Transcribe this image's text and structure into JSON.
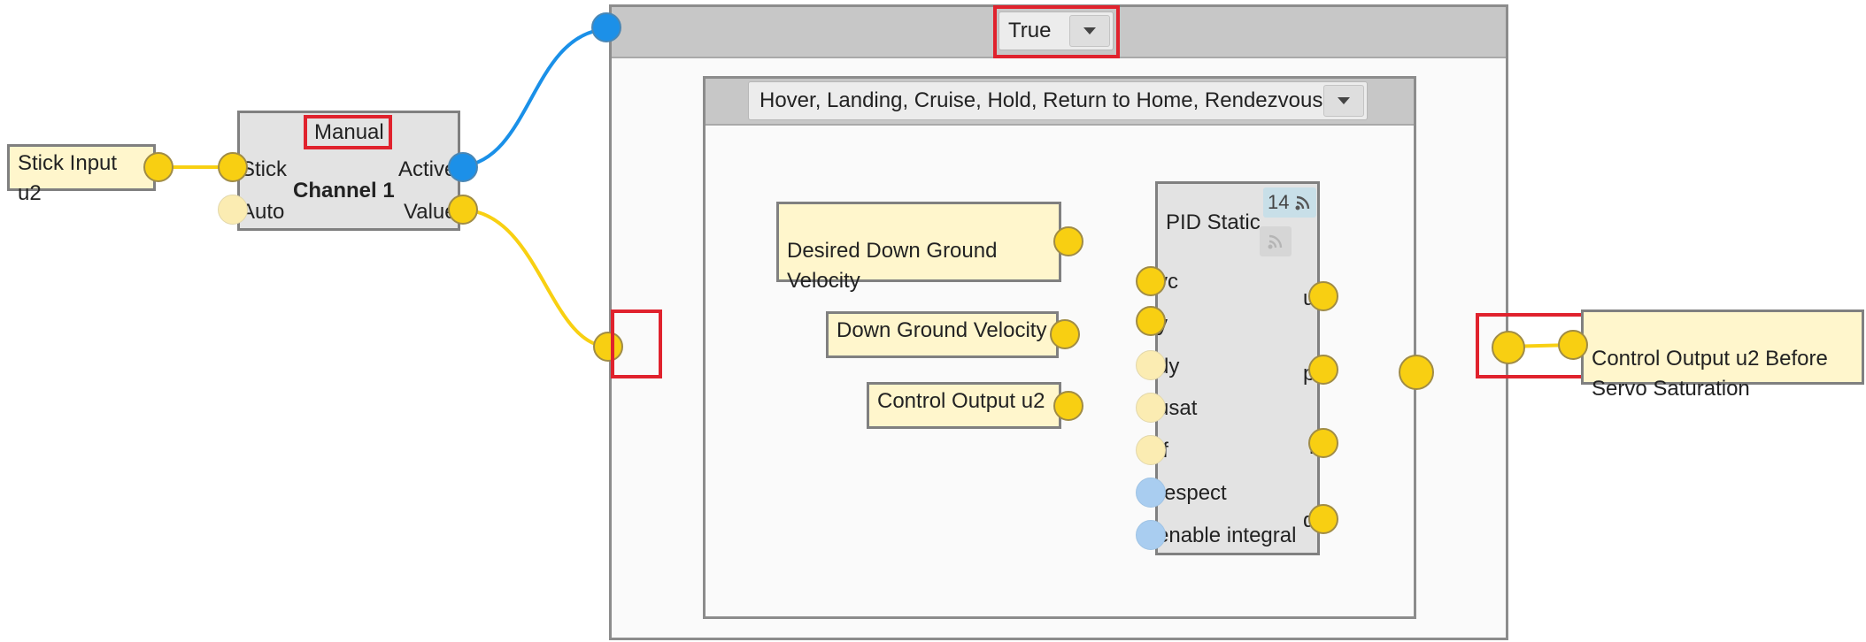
{
  "channel_block": {
    "mode_label": "Manual",
    "title": "Channel 1",
    "inputs": [
      "Stick",
      "Auto"
    ],
    "outputs": [
      "Active",
      "Value"
    ]
  },
  "stick_input": {
    "label": "Stick Input u2"
  },
  "condition_frame": {
    "selected": "True"
  },
  "mode_frame": {
    "selected": "Hover, Landing, Cruise, Hold, Return to Home, Rendezvous"
  },
  "inputs": {
    "desired_velocity": "Desired Down Ground\nVelocity",
    "ground_velocity": "Down Ground Velocity",
    "control_output": "Control Output u2"
  },
  "pid_block": {
    "title": "PID Static",
    "badge_count": "14",
    "inputs": [
      "yc",
      "y",
      "dy",
      "usat",
      "ff",
      "respect",
      "enable integral"
    ],
    "outputs": [
      "u",
      "p",
      "i",
      "d"
    ]
  },
  "output_node": {
    "label": "Control Output u2 Before\nServo Saturation"
  },
  "colors": {
    "wire_yellow": "#f8d012",
    "wire_blue": "#1a90e8",
    "highlight_red": "#e0222d"
  }
}
